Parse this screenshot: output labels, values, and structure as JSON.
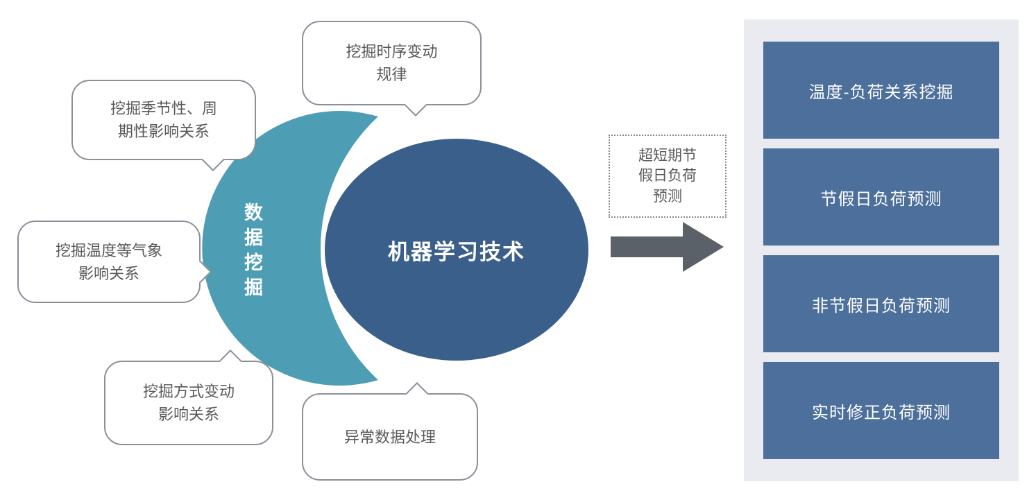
{
  "diagram": {
    "callouts": [
      {
        "label": "挖掘时序变动\n规律"
      },
      {
        "label": "挖掘季节性、周\n期性影响关系"
      },
      {
        "label": "挖掘温度等气象\n影响关系"
      },
      {
        "label": "挖掘方式变动\n影响关系"
      },
      {
        "label": "异常数据处理"
      }
    ],
    "crescent": {
      "label": "数据挖掘"
    },
    "ellipse": {
      "label": "机器学习技术"
    },
    "arrow_label": {
      "label": "超短期节\n假日负荷\n预测"
    },
    "outputs": [
      {
        "label": "温度-负荷关系挖掘"
      },
      {
        "label": "节假日负荷预测"
      },
      {
        "label": "非节假日负荷预测"
      },
      {
        "label": "实时修正负荷预测"
      }
    ],
    "colors": {
      "crescent": "#4D9DB4",
      "ellipse": "#3A5F8A",
      "output_box": "#4C6F9B",
      "panel_bg": "#E9EBF1",
      "arrow": "#5B6168",
      "bubble_border": "#8A9098",
      "text_gray": "#595959"
    }
  }
}
